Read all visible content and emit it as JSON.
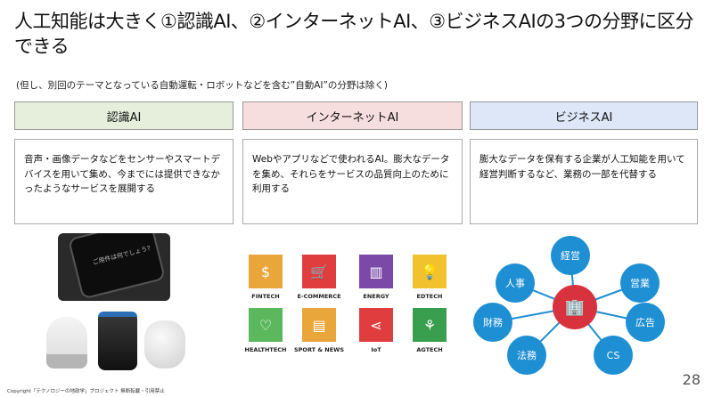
{
  "title": "人工知能は大きく①認識AI、②インターネットAI、③ビジネスAIの3つの分野に区分できる",
  "note": "(但し、別回のテーマとなっている自動運転・ロボットなどを含む”自動AI”の分野は除く)",
  "categories": [
    {
      "label": "認識AI",
      "color": "#e6efdc"
    },
    {
      "label": "インターネットAI",
      "color": "#f6dede"
    },
    {
      "label": "ビジネスAI",
      "color": "#dde7f7"
    }
  ],
  "descriptions": [
    "音声・画像データなどをセンサーやスマートデバイスを用いて集め、今までには提供できなかったようなサービスを展開する",
    "Webやアプリなどで使われるAI。膨大なデータを集め、それらをサービスの品質向上のために利用する",
    "膨大なデータを保有する企業が人工知能を用いて経営判断するなど、業務の一部を代替する"
  ],
  "phone_text": "ご用件は何でしょう?",
  "tiles": [
    {
      "label": "FINTECH",
      "color": "#e9a63a",
      "icon": "coin-icon",
      "glyph": "$"
    },
    {
      "label": "E-COMMERCE",
      "color": "#e03e3e",
      "icon": "cart-icon",
      "glyph": "🛒"
    },
    {
      "label": "ENERGY",
      "color": "#7b4aa8",
      "icon": "building-icon",
      "glyph": "▥"
    },
    {
      "label": "EDTECH",
      "color": "#f2c12e",
      "icon": "bulb-icon",
      "glyph": "💡"
    },
    {
      "label": "HEALTHTECH",
      "color": "#5cb85c",
      "icon": "heart-icon",
      "glyph": "♡"
    },
    {
      "label": "SPORT & NEWS",
      "color": "#e9a63a",
      "icon": "news-icon",
      "glyph": "▤"
    },
    {
      "label": "IoT",
      "color": "#e03e3e",
      "icon": "share-icon",
      "glyph": "⋖"
    },
    {
      "label": "AGTECH",
      "color": "#3a9e4f",
      "icon": "plant-icon",
      "glyph": "⚘"
    }
  ],
  "hub_nodes": [
    "経営",
    "人事",
    "営業",
    "財務",
    "広告",
    "法務",
    "CS"
  ],
  "page_number": "28",
  "copyright": "Copyright「テクノロジーの地政学」プロジェクト 無断転載・引用禁止"
}
